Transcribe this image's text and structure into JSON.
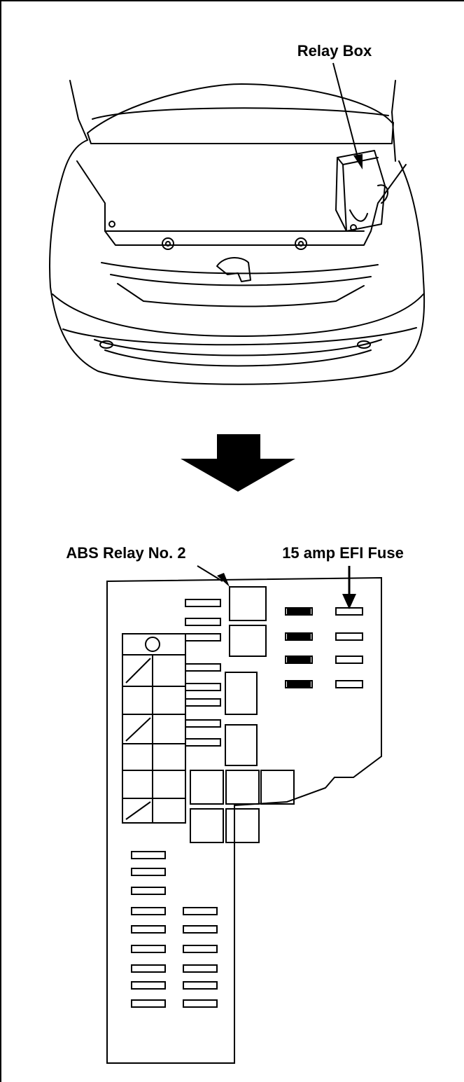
{
  "labels": {
    "relay_box": "Relay Box",
    "abs_relay": "ABS Relay No. 2",
    "efi_fuse": "15 amp EFI Fuse"
  },
  "icons": {
    "arrow": "down-arrow-icon"
  },
  "colors": {
    "line": "#000000",
    "background": "#ffffff"
  }
}
